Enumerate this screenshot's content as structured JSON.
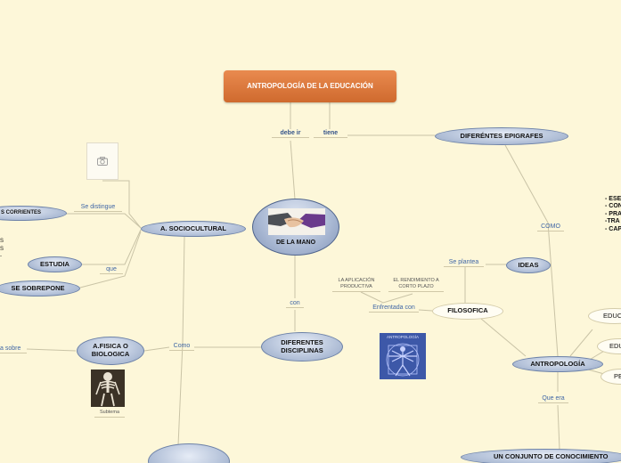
{
  "title": "ANTROPOLOGÍA DE LA EDUCACIÓN",
  "labels": {
    "debe_ir": "debe ir",
    "tiene": "tiene",
    "se_distingue": "Se distingue",
    "que": "que",
    "con": "con",
    "como": "Como",
    "sobre": "a sobre",
    "como_upper": "COMO",
    "se_plantea": "Se plantea",
    "enfrentada_con": "Enfrentada con",
    "que_era": "Que era"
  },
  "nodes": {
    "center": "DE LA MANO",
    "epigrafes": "DIFERÉNTES EPIGRAFES",
    "sociocultural": "A. SOCIOCULTURAL",
    "corrientes": "S CORRIENTES",
    "estudia": "ESTUDIA",
    "sobrepone": "SE SOBREPONE",
    "disciplinas": "DIFERENTES DISCIPLINAS",
    "fisica": "A.FISICA O BIOLOGICA",
    "ideas": "IDEAS",
    "filosofica": "FILOSOFICA",
    "antropologia": "ANTROPOLOGÍA",
    "conjunto": "UN CONJUNTO DE CONOCIMIENTO",
    "educ1": "EDUC",
    "educ2": "EDU",
    "pe": "PE"
  },
  "notes": {
    "aplicacion": "LA APLICACIÓN PRODUCTIVA",
    "rendimiento": "EL RENDIMIENTO A CORTO PLAZO",
    "subtema": "Subtema",
    "vitruvian_caption": "ANTROPOLOGÍA"
  },
  "list_items": [
    "- ESE",
    "- CON",
    "- PRA",
    "-TRA",
    "- CAP"
  ],
  "left_partial": [
    "S",
    "S",
    "-"
  ],
  "colors": {
    "background": "#fdf7d9",
    "title_orange": "#d8743a",
    "node_blue": "#b9c6dc",
    "label_blue": "#3f66a6",
    "line": "#c9c3a6"
  },
  "icons": [
    "camera-icon",
    "handshake-image",
    "skeleton-image",
    "vitruvian-image"
  ]
}
